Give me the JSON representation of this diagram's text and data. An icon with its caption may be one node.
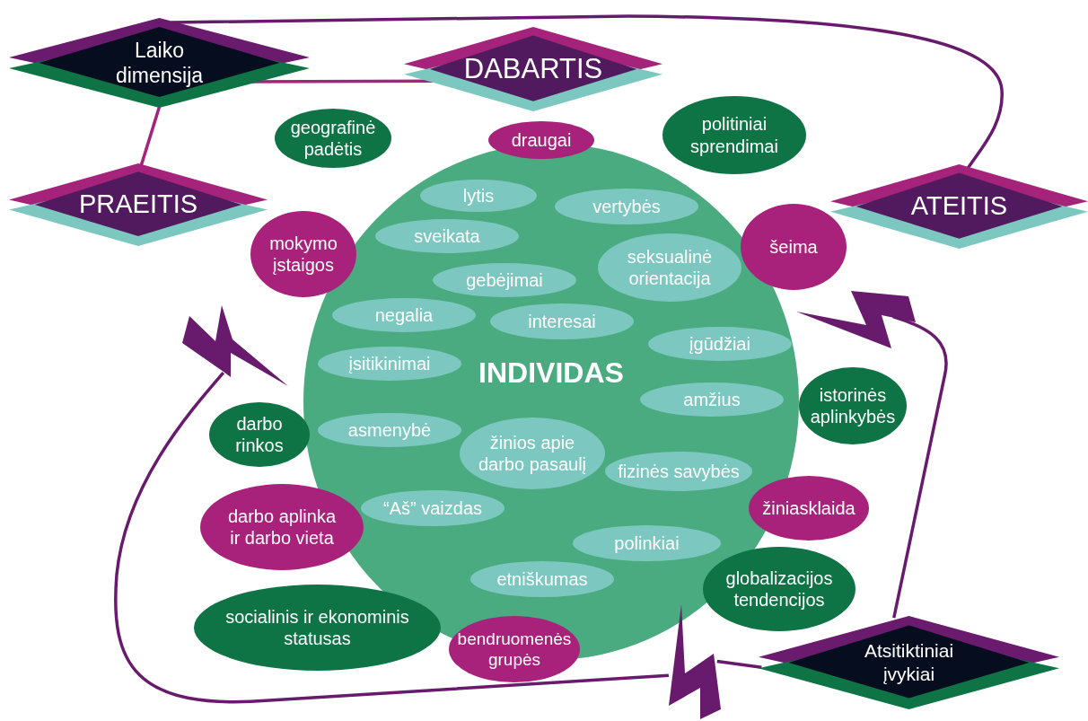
{
  "diagram": {
    "nodes": [
      {
        "text": [
          "Laiko dimensija"
        ]
      },
      {
        "text": [
          "DABARTIS"
        ]
      },
      {
        "text": [
          "geografinė padėtis"
        ]
      },
      {
        "text": [
          "draugai"
        ]
      },
      {
        "text": [
          "politiniai sprendimai"
        ]
      },
      {
        "text": [
          "PRAEITIS"
        ]
      },
      {
        "text": [
          "ATEITIS"
        ]
      },
      {
        "text": [
          "INDIVIDAS"
        ]
      },
      {
        "text": [
          "lytis"
        ],
        "in": 7
      },
      {
        "text": [
          "vertybės"
        ],
        "in": 7
      },
      {
        "text": [
          "sveikata"
        ],
        "in": 7
      },
      {
        "text": [
          "seksualinė orientacija"
        ],
        "in": 7
      },
      {
        "text": [
          "gebėjimai"
        ],
        "in": 7
      },
      {
        "text": [
          "negalia"
        ],
        "in": 7
      },
      {
        "text": [
          "interesai"
        ],
        "in": 7
      },
      {
        "text": [
          "įgūdžiai"
        ],
        "in": 7
      },
      {
        "text": [
          "įsitikinimai"
        ],
        "in": 7
      },
      {
        "text": [
          "amžius"
        ],
        "in": 7
      },
      {
        "text": [
          "asmenybė"
        ],
        "in": 7
      },
      {
        "text": [
          "žinios apie darbo pasaulį"
        ],
        "in": 7
      },
      {
        "text": [
          "fizinės savybės"
        ],
        "in": 7
      },
      {
        "text": [
          "“Aš” vaizdas"
        ],
        "in": 7
      },
      {
        "text": [
          "polinkiai"
        ],
        "in": 7
      },
      {
        "text": [
          "etniškumas"
        ],
        "in": 7
      },
      {
        "text": [
          "mokymo įstaigos"
        ]
      },
      {
        "text": [
          "šeima"
        ]
      },
      {
        "text": [],
        "shape": "lightning"
      },
      {
        "text": [],
        "shape": "lightning"
      },
      {
        "text": [
          "istorinės aplinkybės"
        ]
      },
      {
        "text": [
          "darbo rinkos"
        ]
      },
      {
        "text": [
          "žiniasklaida"
        ]
      },
      {
        "text": [
          "darbo aplinka ir darbo vieta"
        ]
      },
      {
        "text": [
          "globalizacijos tendencijos"
        ]
      },
      {
        "text": [
          "socialinis ir ekonominis statusas"
        ]
      },
      {
        "text": [
          "bendruomenės grupės"
        ]
      },
      {
        "text": [],
        "shape": "lightning"
      },
      {
        "text": [
          "Atsitiktiniai įvykiai"
        ]
      }
    ],
    "edges": [
      {
        "from": 0,
        "to": 1,
        "arrow": "none",
        "color": "#a5237b"
      },
      {
        "from": 0,
        "to": 5,
        "arrow": "none",
        "color": "#a5237b"
      },
      {
        "from": 0,
        "to": 6,
        "arrow": "none"
      },
      {
        "from": 36,
        "to": 35,
        "arrow": "none"
      },
      {
        "from": 35,
        "to": 26,
        "arrow": "none"
      },
      {
        "from": 36,
        "to": 27,
        "arrow": "none"
      }
    ]
  }
}
